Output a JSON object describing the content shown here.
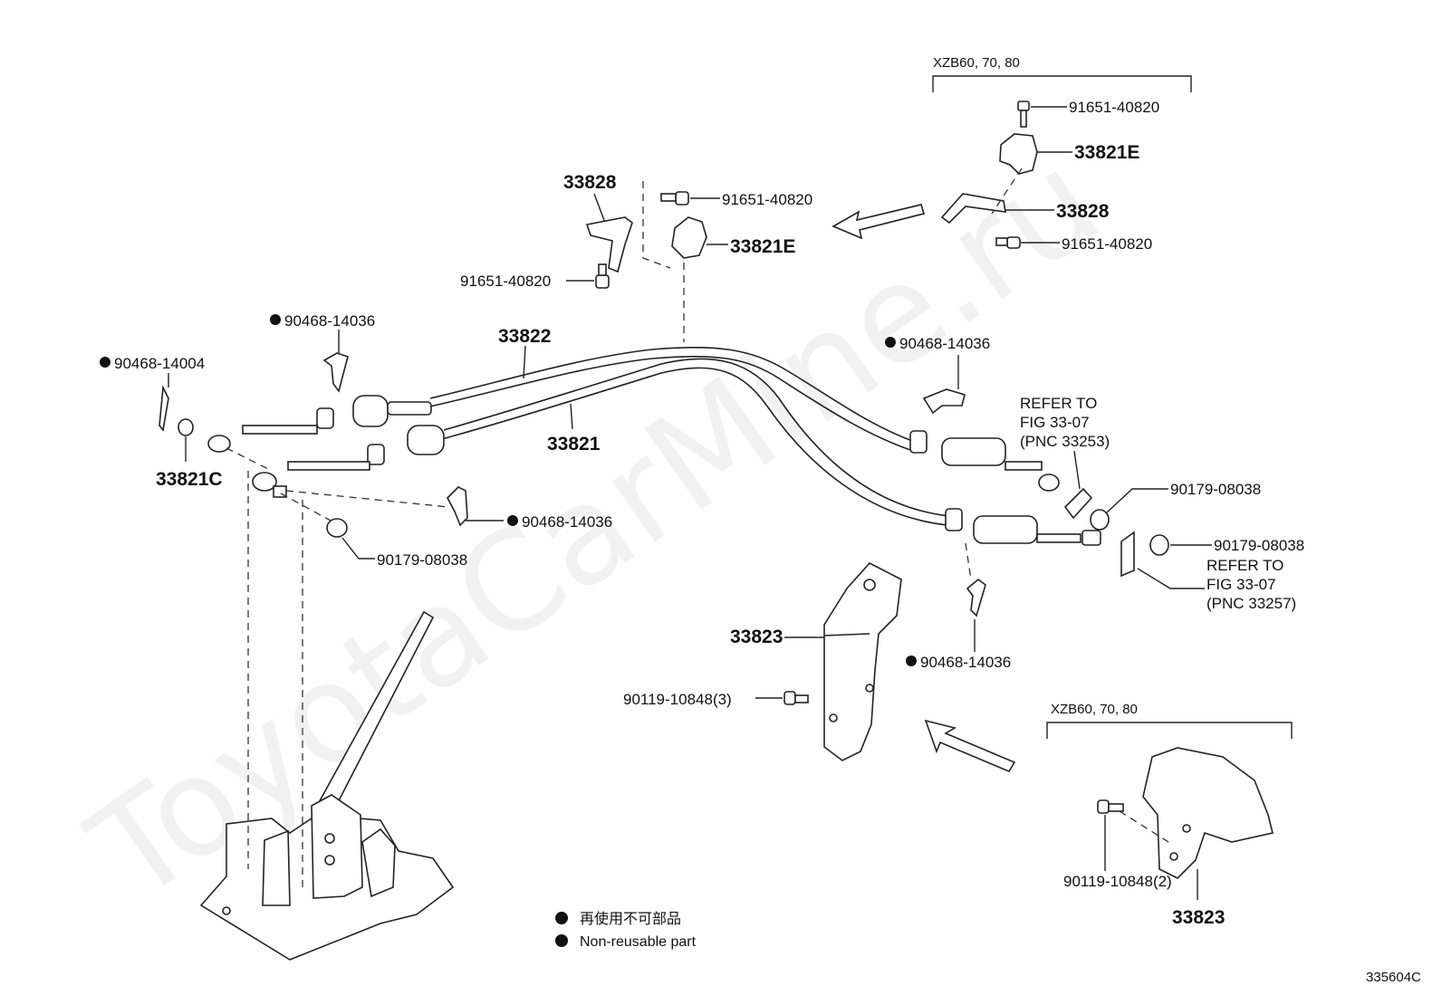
{
  "watermark": "ToyotaCarMine.ru",
  "figure_code": "335604C",
  "groups": {
    "top_variant": "XZB60, 70, 80",
    "bottom_variant": "XZB60, 70, 80"
  },
  "labels": {
    "p33828_left": "33828",
    "p91651_a": "91651-40820",
    "p33821E_left": "33821E",
    "p91651_b": "91651-40820",
    "p91651_c": "91651-40820",
    "p33821E_right": "33821E",
    "p33828_right": "33828",
    "p91651_d": "91651-40820",
    "p90468_14036_a": "90468-14036",
    "p90468_14004": "90468-14004",
    "p33822": "33822",
    "p33821": "33821",
    "p33821C": "33821C",
    "p90468_14036_b": "90468-14036",
    "p90179_a": "90179-08038",
    "p90468_14036_c": "90468-14036",
    "refer_1_line1": "REFER TO",
    "refer_1_line2": "FIG 33-07",
    "refer_1_line3": "(PNC 33253)",
    "p90179_b": "90179-08038",
    "p90179_c": "90179-08038",
    "refer_2_line1": "REFER TO",
    "refer_2_line2": "FIG 33-07",
    "refer_2_line3": "(PNC 33257)",
    "p33823_left": "33823",
    "p90468_14036_d": "90468-14036",
    "p90119_3": "90119-10848(3)",
    "p90119_2": "90119-10848(2)",
    "p33823_right": "33823"
  },
  "legend": {
    "jp": "再使用不可部品",
    "en": "Non-reusable part"
  }
}
